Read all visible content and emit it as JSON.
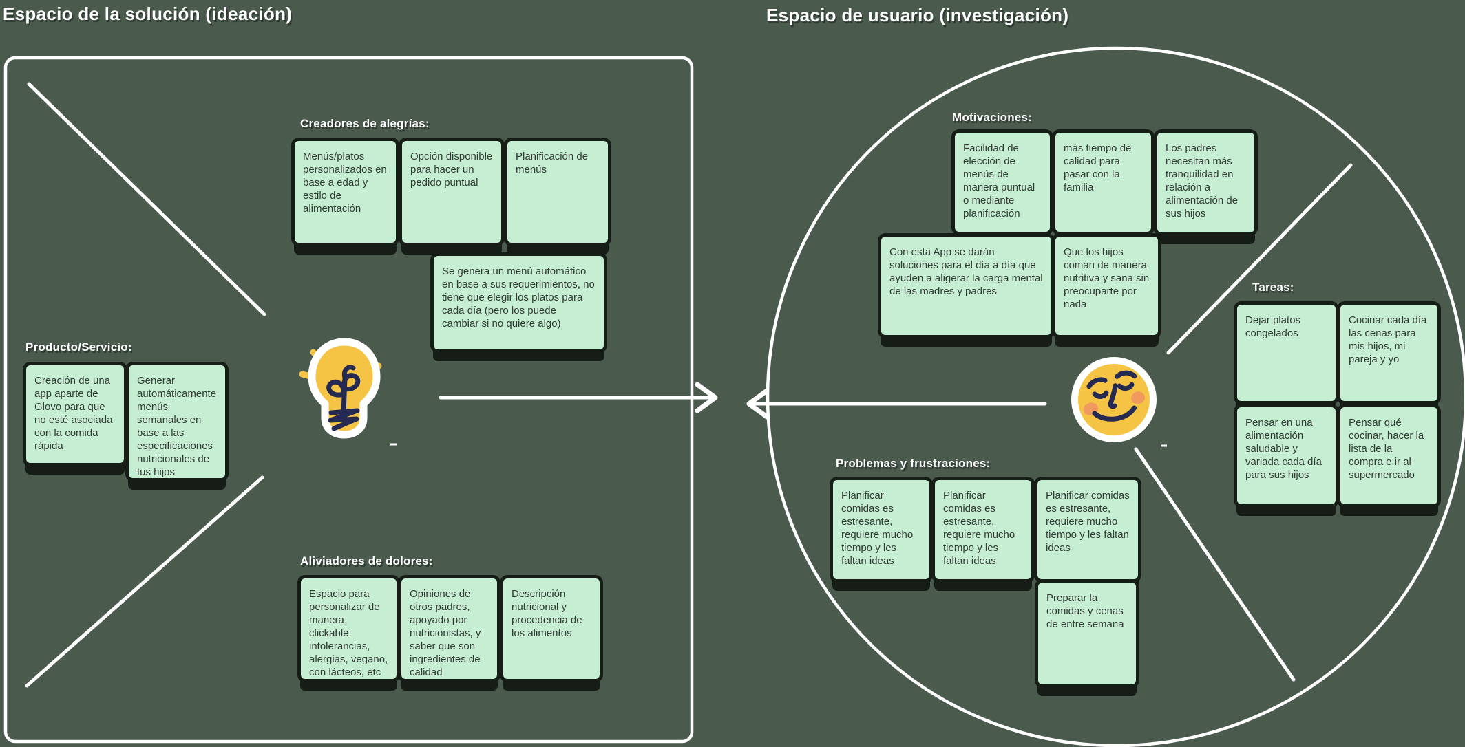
{
  "board": {
    "left_title": "Espacio de la solución (ideación)",
    "right_title": "Espacio de usuario (investigación)"
  },
  "solution_space": {
    "joy_creators": {
      "label": "Creadores de alegrías:",
      "notes": [
        "Menús/platos personalizados en base a edad y estilo de alimentación",
        "Opción disponible para hacer un pedido puntual",
        "Planificación de menús",
        "Se genera un menú automático en base a sus requerimientos, no tiene que elegir los platos para cada día (pero los puede cambiar si no quiere algo)"
      ]
    },
    "product_service": {
      "label": "Producto/Servicio:",
      "notes": [
        "Creación de una app aparte de Glovo para que no esté asociada con la comida rápida",
        "Generar automáticamente menús semanales en base a las especificaciones nutricionales de tus hijos"
      ]
    },
    "pain_relievers": {
      "label": "Aliviadores de dolores:",
      "notes": [
        "Espacio para personalizar de manera clickable: intolerancias, alergias, vegano, con lácteos, etc",
        "Opiniones de otros padres, apoyado por nutricionistas, y saber que son ingredientes de calidad",
        "Descripción nutricional y procedencia de los alimentos"
      ]
    }
  },
  "user_space": {
    "motivations": {
      "label": "Motivaciones:",
      "notes": [
        "Facilidad de elección de menús de manera puntual o mediante planificación",
        "más tiempo de calidad para pasar con la familia",
        "Los padres necesitan más tranquilidad en relación a alimentación de sus hijos",
        "Con esta App se darán soluciones para el día a día que ayuden a aligerar la carga mental de las madres y padres",
        "Que los hijos coman de manera nutritiva y sana sin preocuparte por nada"
      ]
    },
    "tasks": {
      "label": "Tareas:",
      "notes": [
        "Dejar platos congelados",
        "Cocinar cada día las cenas para mis hijos, mi pareja y yo",
        "Pensar en una alimentación saludable y variada cada día para sus hijos",
        "Pensar qué cocinar, hacer la lista de la compra e ir al supermercado"
      ]
    },
    "problems": {
      "label": "Problemas y frustraciones:",
      "notes": [
        "Planificar comidas es estresante, requiere mucho tiempo y les faltan ideas",
        "Planificar comidas es estresante, requiere mucho tiempo y les faltan ideas",
        "Planificar comidas es estresante, requiere mucho tiempo y les faltan ideas",
        "Preparar la comidas y cenas de entre semana"
      ]
    }
  },
  "icons": {
    "solution": "lightbulb-doodle-icon",
    "user": "smiley-face-doodle-icon"
  },
  "colors": {
    "background": "#4a5b4d",
    "note_fill": "#c5eed2",
    "note_text": "#333b35",
    "heading_text": "#ffffff",
    "shadow": "#161d17",
    "doodle_yellow": "#f6c445",
    "doodle_navy": "#242a52",
    "doodle_cheek": "#f09a60",
    "line_white": "#ffffff"
  }
}
